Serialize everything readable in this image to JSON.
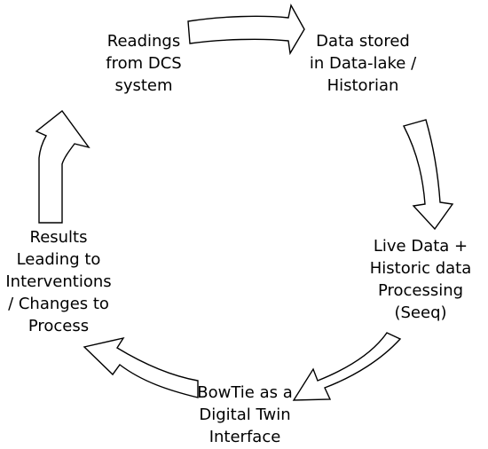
{
  "diagram": {
    "type": "cycle",
    "nodes": [
      {
        "id": "1",
        "lines": [
          "Readings",
          "from DCS",
          "system"
        ]
      },
      {
        "id": "2",
        "lines": [
          "Data stored",
          "in Data-lake /",
          "Historian"
        ]
      },
      {
        "id": "3",
        "lines": [
          "Live Data +",
          "Historic data",
          "Processing",
          "(Seeq)"
        ]
      },
      {
        "id": "4",
        "lines": [
          "BowTie as a",
          "Digital Twin",
          "Interface"
        ]
      },
      {
        "id": "5",
        "lines": [
          "Results",
          "Leading to",
          "Interventions",
          "/ Changes to",
          "Process"
        ]
      }
    ],
    "edges": [
      {
        "from": "1",
        "to": "2"
      },
      {
        "from": "2",
        "to": "3"
      },
      {
        "from": "3",
        "to": "4"
      },
      {
        "from": "4",
        "to": "5"
      },
      {
        "from": "5",
        "to": "1"
      }
    ],
    "colors": {
      "text": "#000000",
      "arrow_fill": "#ffffff",
      "arrow_stroke": "#000000",
      "background": "#ffffff"
    }
  }
}
